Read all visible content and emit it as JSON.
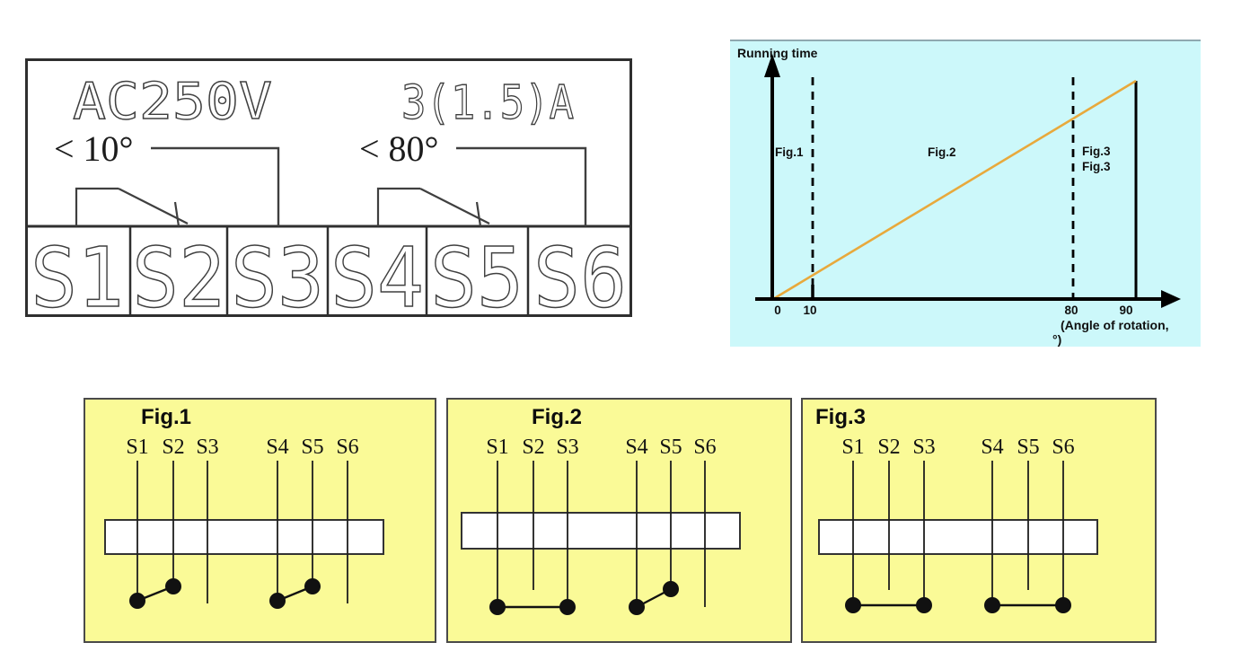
{
  "terminal_diagram": {
    "voltage_rating": "AC250V",
    "current_rating": "3(1.5)A",
    "left_switch_angle": "< 10°",
    "right_switch_angle": "< 80°",
    "terminals": [
      "S1",
      "S2",
      "S3",
      "S4",
      "S5",
      "S6"
    ]
  },
  "chart": {
    "y_axis_title": "Running time",
    "x_axis_title_line1": "(Angle of rotation,",
    "x_axis_title_line2": "°)",
    "tick_0": "0",
    "tick_10": "10",
    "tick_80": "80",
    "tick_90": "90",
    "label_fig1": "Fig.1",
    "label_fig2": "Fig.2",
    "label_fig3a": "Fig.3",
    "label_fig3b": "Fig.3",
    "background_color": "#CCF8FA",
    "line_color": "#E8A93C"
  },
  "chart_data": {
    "type": "line",
    "title": "Running time",
    "xlabel": "(Angle of rotation, °)",
    "ylabel": "Running time",
    "x_ticks": [
      0,
      10,
      80,
      90
    ],
    "xlim": [
      0,
      97
    ],
    "grid": false,
    "legend": false,
    "series": [
      {
        "name": "running-time-vs-angle",
        "color": "#E8A93C",
        "x": [
          0,
          90
        ],
        "y_relative": [
          0,
          1
        ]
      }
    ],
    "reference_lines": [
      {
        "x": 10,
        "style": "dashed",
        "color": "#000000"
      },
      {
        "x": 80,
        "style": "dashed",
        "color": "#000000"
      },
      {
        "x": 90,
        "style": "solid",
        "color": "#000000"
      }
    ],
    "region_annotations": [
      {
        "label": "Fig.1",
        "x_range": [
          0,
          10
        ]
      },
      {
        "label": "Fig.2",
        "x_range": [
          10,
          80
        ]
      },
      {
        "label": "Fig.3",
        "x_range": [
          80,
          90
        ]
      }
    ]
  },
  "figures": [
    {
      "title": "Fig.1",
      "terminals": [
        "S1",
        "S2",
        "S3",
        "S4",
        "S5",
        "S6"
      ],
      "closed_contacts": [
        [
          "S1",
          "S2"
        ],
        [
          "S4",
          "S5"
        ]
      ],
      "background_color": "#FAFA97"
    },
    {
      "title": "Fig.2",
      "terminals": [
        "S1",
        "S2",
        "S3",
        "S4",
        "S5",
        "S6"
      ],
      "closed_contacts": [
        [
          "S1",
          "S3"
        ],
        [
          "S4",
          "S5"
        ]
      ],
      "background_color": "#FAFA97"
    },
    {
      "title": "Fig.3",
      "terminals": [
        "S1",
        "S2",
        "S3",
        "S4",
        "S5",
        "S6"
      ],
      "closed_contacts": [
        [
          "S1",
          "S3"
        ],
        [
          "S4",
          "S6"
        ]
      ],
      "background_color": "#FAFA97"
    }
  ]
}
